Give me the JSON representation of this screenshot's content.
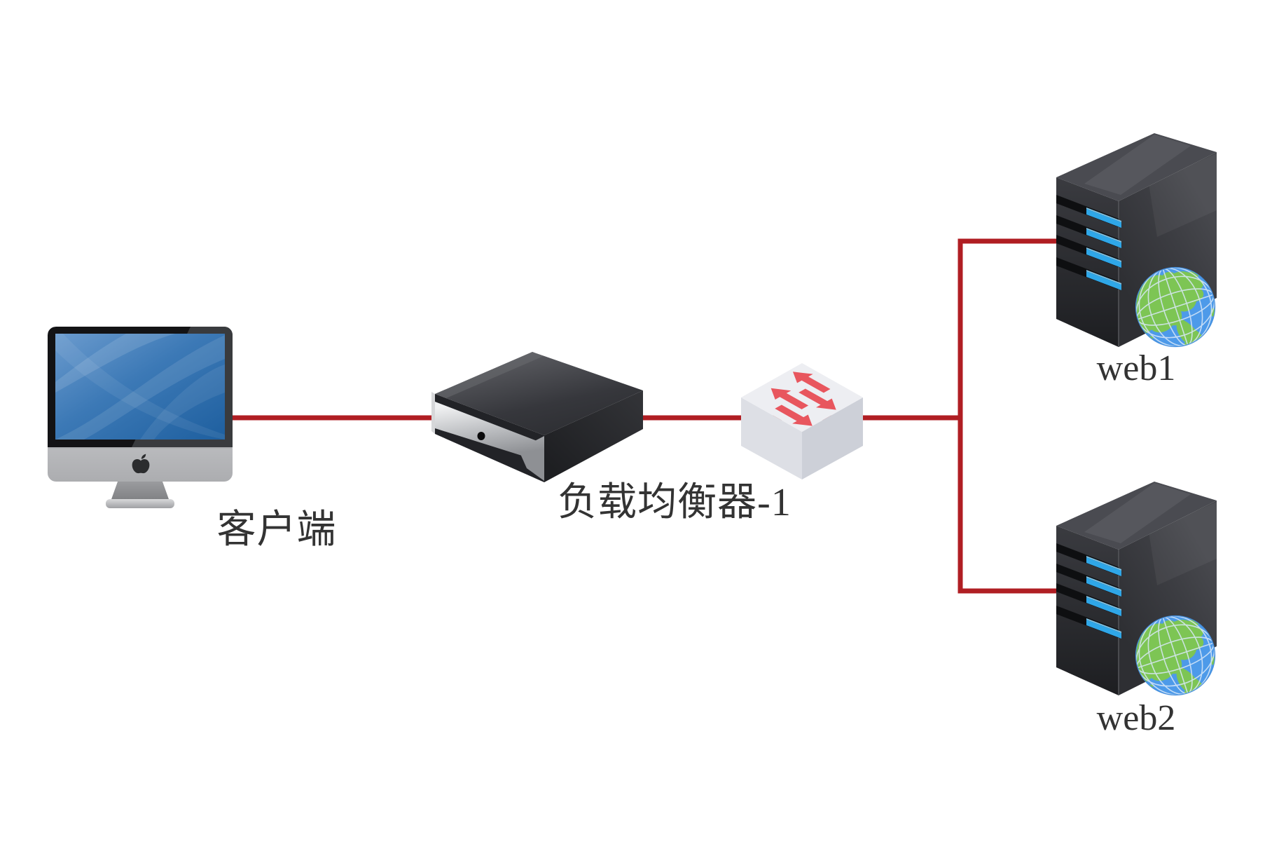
{
  "diagram": {
    "background": "#ffffff",
    "nodes": {
      "client": {
        "label": "客户端",
        "type": "desktop-computer"
      },
      "load_balancer": {
        "label": "负载均衡器-1",
        "type": "load-balancer"
      },
      "switch": {
        "label": "",
        "type": "network-switch"
      },
      "web1": {
        "label": "web1",
        "type": "web-server"
      },
      "web2": {
        "label": "web2",
        "type": "web-server"
      }
    },
    "connections": [
      {
        "from": "client",
        "to": "load_balancer"
      },
      {
        "from": "load_balancer",
        "to": "switch"
      },
      {
        "from": "switch",
        "to": "web1"
      },
      {
        "from": "switch",
        "to": "web2"
      }
    ],
    "colors": {
      "connection_line": "#b01e23",
      "switch_arrows": "#e8565e",
      "label_text": "#333333",
      "server_led": "#2fa7e8",
      "globe_ocean": "#4d9ae9",
      "globe_land": "#7dc554",
      "screen_blue": "#2e70b1"
    }
  }
}
